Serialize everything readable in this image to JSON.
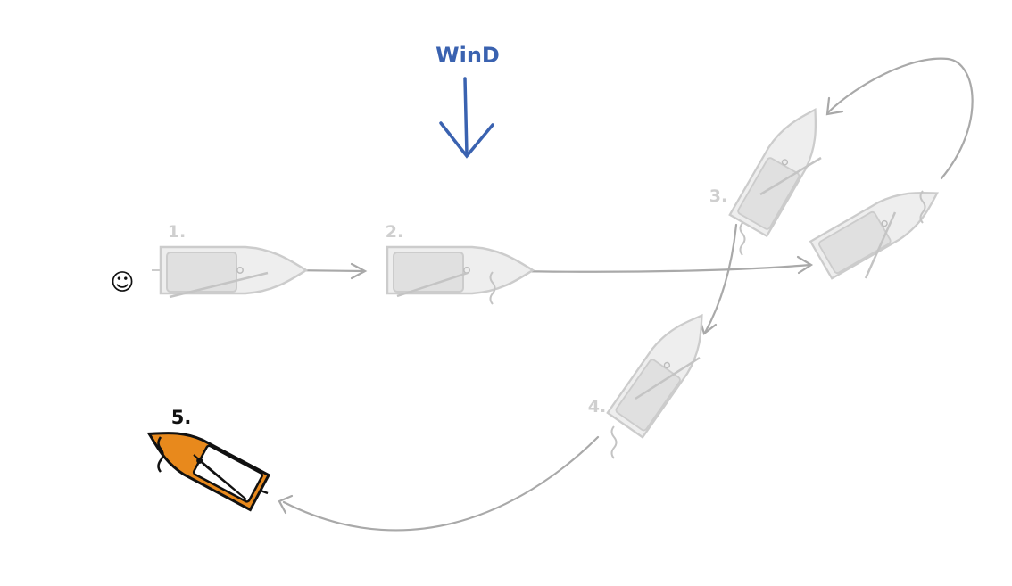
{
  "wind": {
    "label": "WinD"
  },
  "start_icon": {
    "glyph": "☺",
    "name": "smiley-icon"
  },
  "steps": [
    {
      "label": "1.",
      "state": "faded"
    },
    {
      "label": "2.",
      "state": "faded"
    },
    {
      "label": "3.",
      "state": "faded"
    },
    {
      "label": "4.",
      "state": "faded"
    },
    {
      "label": "5.",
      "state": "active"
    }
  ],
  "colors": {
    "wind": "#3a62b0",
    "faded_hull": "#eeeeee",
    "faded_outline": "#cccccc",
    "faded_cockpit": "#e2e2e2",
    "path": "#a9a9a9",
    "active_hull": "#e8891c",
    "active_outline": "#111111",
    "active_sail": "#bfe3ea"
  }
}
